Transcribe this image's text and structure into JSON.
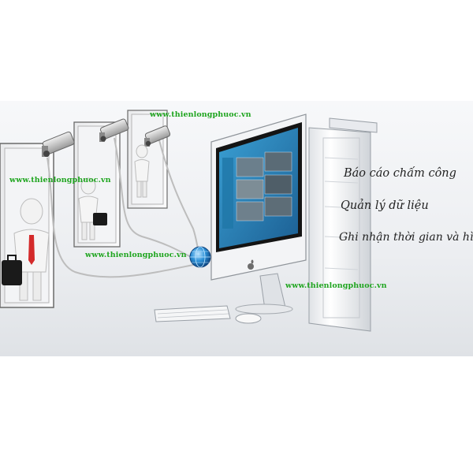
{
  "watermarks": [
    "www.thienlongphuoc.vn",
    "www.thienlongphuoc.vn",
    "www.thienlongphuoc.vn",
    "www.thienlongphuoc.vn"
  ],
  "features": [
    "Báo cáo chấm công",
    "Quản lý dữ liệu",
    "Ghi nhận thời gian và hình ảnh"
  ],
  "colors": {
    "watermark": "#1fa51f",
    "feature_text": "#222222",
    "screen_blue": "#2a86b8",
    "tie_red": "#d42a2a"
  },
  "icons": [
    "security-camera-icon",
    "globe-network-icon",
    "apple-logo-icon"
  ]
}
